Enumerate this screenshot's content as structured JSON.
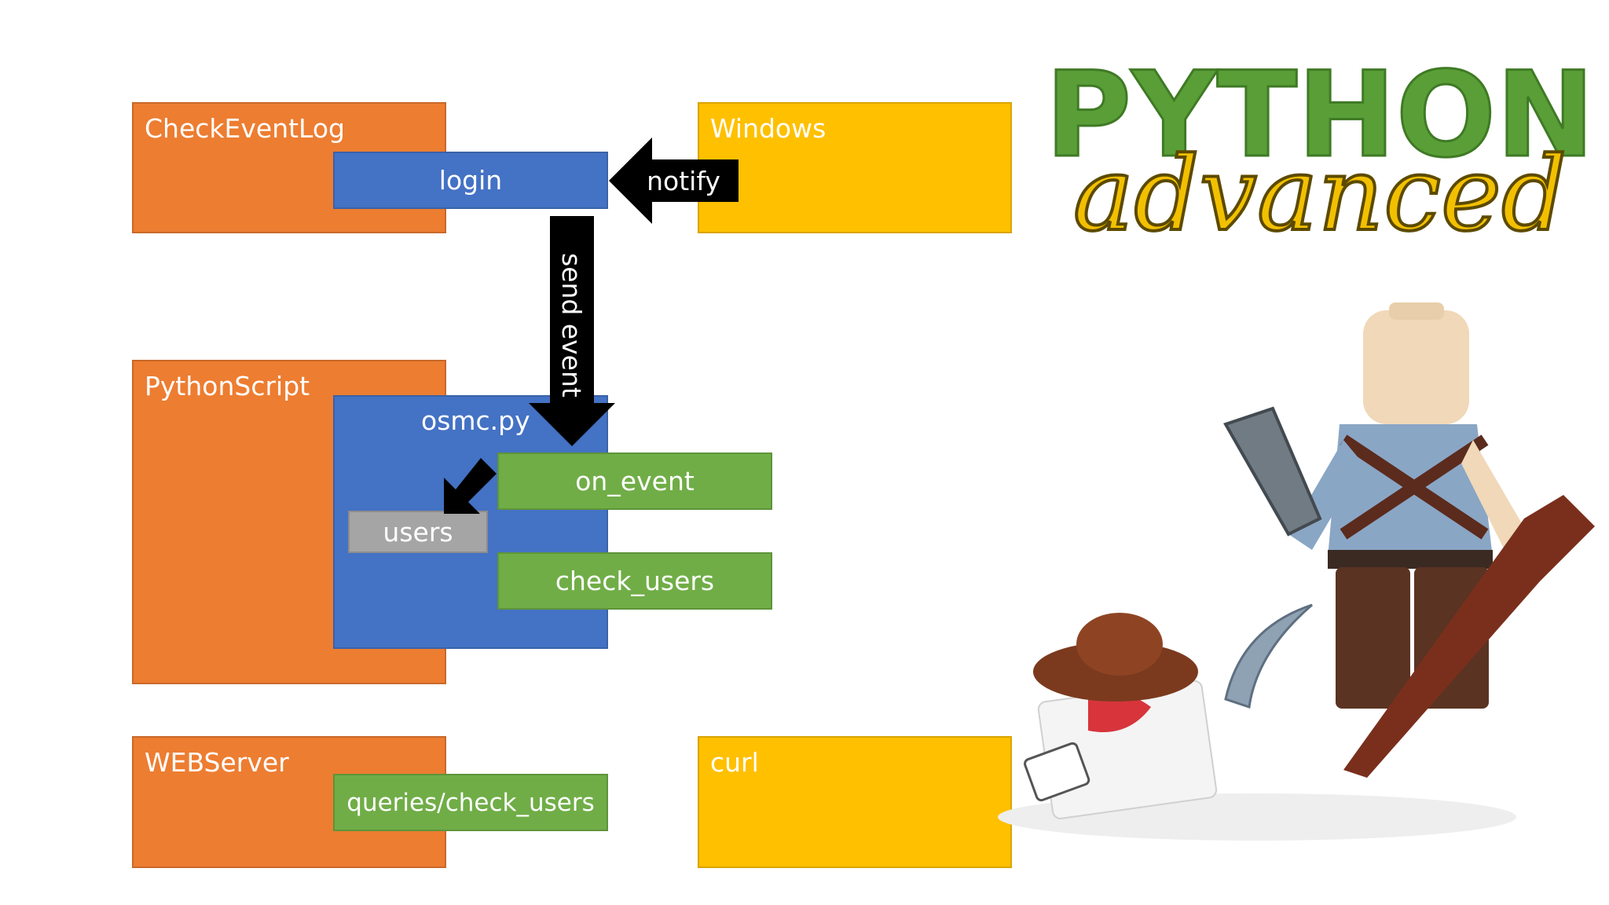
{
  "logo": {
    "line1": "PYTHON",
    "line2": "advanced",
    "line1_color": "#5A9E37",
    "line2_color": "#F2C000"
  },
  "diagram": {
    "check_event_log": {
      "title": "CheckEventLog",
      "login": "login"
    },
    "windows": {
      "title": "Windows",
      "notify": "notify"
    },
    "send_event": "send event",
    "python_script": {
      "title": "PythonScript",
      "osmc": "osmc.py",
      "users": "users",
      "on_event": "on_event",
      "check_users": "check_users"
    },
    "web_server": {
      "title": "WEBServer",
      "endpoint": "queries/check_users"
    },
    "curl": {
      "title": "curl"
    }
  },
  "colors": {
    "orange": "#ED7D31",
    "yellow": "#FFC000",
    "blue": "#4472C4",
    "green": "#70AD47",
    "gray": "#A5A5A5",
    "arrow": "#000000"
  },
  "photo": {
    "subject": "lego-minifigures-illustration"
  }
}
